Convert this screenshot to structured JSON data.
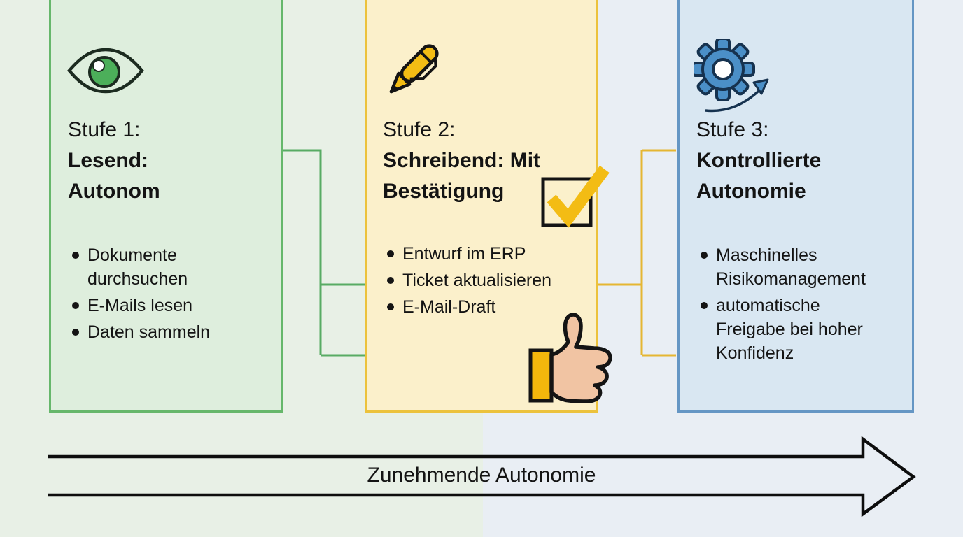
{
  "diagram": {
    "stages": [
      {
        "label": "Stufe 1:",
        "name_line1": "Lesend:",
        "name_line2": "Autonom",
        "icon": "eye-icon",
        "bullets": [
          "Dokumente durchsuchen",
          "E-Mails lesen",
          "Daten sammeln"
        ],
        "accent_color": "#66b76b",
        "fill_color": "#deeedd"
      },
      {
        "label": "Stufe 2:",
        "name_line1": "Schreibend: Mit",
        "name_line2": "Bestätigung",
        "icon": "pen-icon",
        "badges": [
          "checkbox-checked-icon",
          "thumbs-up-icon"
        ],
        "bullets": [
          "Entwurf im ERP",
          "Ticket aktualisieren",
          "E-Mail-Draft"
        ],
        "accent_color": "#ecc23c",
        "fill_color": "#fbf0cb"
      },
      {
        "label": "Stufe 3:",
        "name_line1": "Kontrollierte",
        "name_line2": "Autonomie",
        "icon": "gear-arrow-icon",
        "bullets": [
          "Maschinelles Risikomanagement",
          "automatische Freigabe bei hoher Konfidenz"
        ],
        "accent_color": "#6596c4",
        "fill_color": "#d9e7f2"
      }
    ],
    "axis": {
      "label": "Zunehmende Autonomie"
    },
    "colors": {
      "background_left": "#e8f0e6",
      "background_right": "#e9eef4",
      "connector_green": "#58ab64",
      "connector_yellow": "#e5b632",
      "gear_blue": "#4b8fc7",
      "pen_yellow": "#f3bc14",
      "iris_green": "#4caf5a",
      "skin": "#f1c4a3",
      "text": "#141414"
    }
  }
}
